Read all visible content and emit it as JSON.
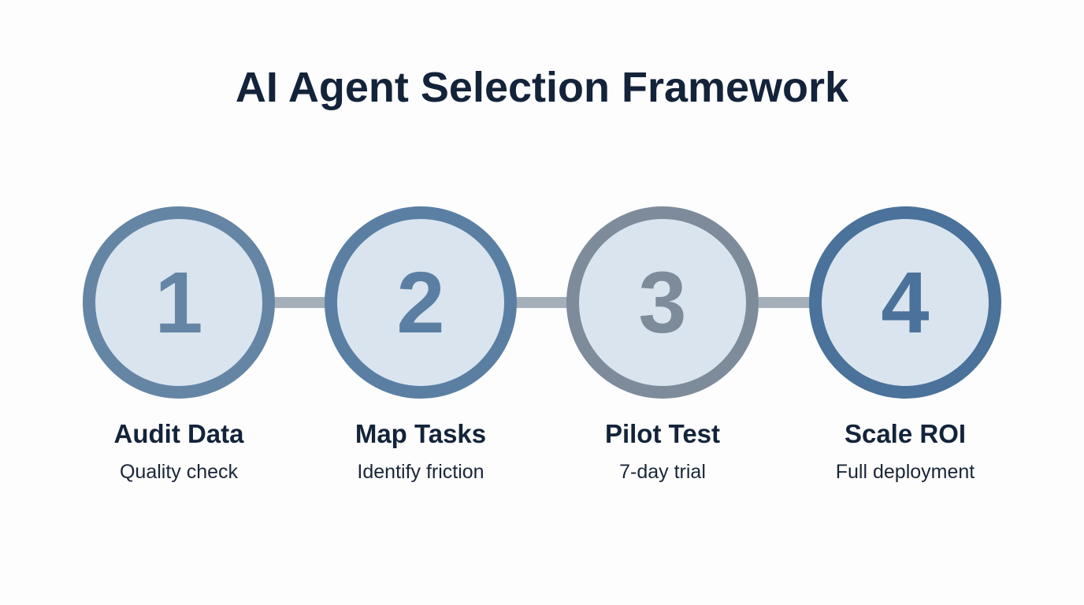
{
  "title": "AI Agent Selection Framework",
  "colors": {
    "title": "#13233a",
    "circle_fill": "#d9e4ef",
    "connector": "#a4afba"
  },
  "steps": [
    {
      "number": "1",
      "label": "Audit Data",
      "description": "Quality check",
      "ring_color": "#6585a5"
    },
    {
      "number": "2",
      "label": "Map Tasks",
      "description": "Identify friction",
      "ring_color": "#5a7fa3"
    },
    {
      "number": "3",
      "label": "Pilot Test",
      "description": "7-day trial",
      "ring_color": "#7d8b9b"
    },
    {
      "number": "4",
      "label": "Scale ROI",
      "description": "Full deployment",
      "ring_color": "#4a729a"
    }
  ]
}
